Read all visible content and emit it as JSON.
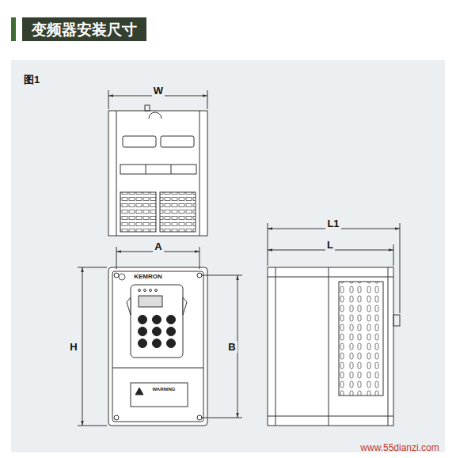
{
  "diagram": {
    "title": "变频器安装尺寸",
    "labels": [
      "图1",
      "W",
      "A",
      "H",
      "B",
      "L1",
      "L",
      "KEMRON",
      "WARNING",
      "www.55dianzi.com"
    ]
  }
}
